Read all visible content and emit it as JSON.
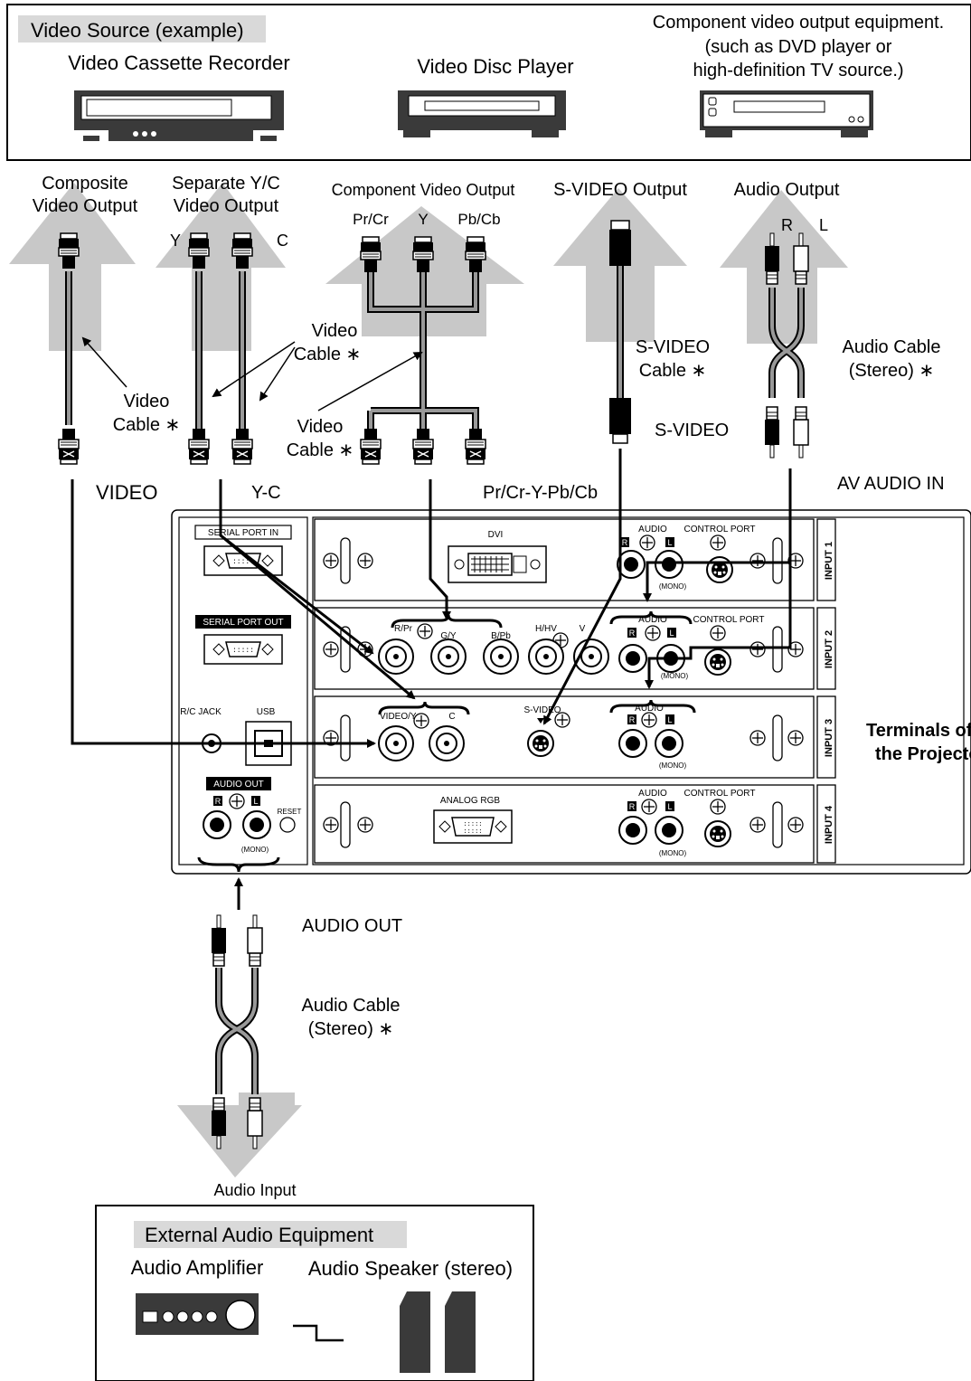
{
  "source_box": {
    "heading": "Video Source (example)",
    "vcr": "Video Cassette Recorder",
    "disc": "Video Disc Player",
    "component_equipment_line1": "Component video output equipment.",
    "component_equipment_line2": "(such as DVD player or",
    "component_equipment_line3": "high-definition TV source.)"
  },
  "outputs": {
    "composite_line1": "Composite",
    "composite_line2": "Video Output",
    "yc_line1": "Separate Y/C",
    "yc_line2": "Video Output",
    "y": "Y",
    "c": "C",
    "component": "Component Video Output",
    "pr": "Pr/Cr",
    "y_comp": "Y",
    "pb": "Pb/Cb",
    "svideo": "S-VIDEO Output",
    "audio": "Audio Output",
    "audio_r": "R",
    "audio_l": "L"
  },
  "cables": {
    "video_cable_a1": "Video",
    "video_cable_a2": "Cable ∗",
    "video_cable_b1": "Video",
    "video_cable_b2": "Cable ∗",
    "video_cable_c1": "Video",
    "video_cable_c2": "Cable ∗",
    "svideo_cable1": "S-VIDEO",
    "svideo_cable2": "Cable ∗",
    "audio_cable1": "Audio Cable",
    "audio_cable2": "(Stereo) ∗",
    "audio_cable_out1": "Audio Cable",
    "audio_cable_out2": "(Stereo) ∗"
  },
  "connectors": {
    "video": "VIDEO",
    "yc": "Y-C",
    "component": "Pr/Cr-Y-Pb/Cb",
    "svideo": "S-VIDEO",
    "av_audio_in": "AV AUDIO IN",
    "audio_out": "AUDIO OUT",
    "audio_input": "Audio Input"
  },
  "panel": {
    "serial_in": "SERIAL PORT IN",
    "serial_out": "SERIAL PORT OUT",
    "rc_jack": "R/C JACK",
    "usb": "USB",
    "audio_out": "AUDIO OUT",
    "reset": "RESET",
    "mono": "(MONO)",
    "r": "R",
    "l": "L",
    "dvi": "DVI",
    "audio": "AUDIO",
    "control_port": "CONTROL PORT",
    "rpr": "R/Pr",
    "gy": "G/Y",
    "bpb": "B/Pb",
    "hhv": "H/HV",
    "v": "V",
    "video_y": "VIDEO/Y",
    "c": "C",
    "svideo": "S-VIDEO",
    "analog_rgb": "ANALOG RGB",
    "input1": "INPUT 1",
    "input2": "INPUT 2",
    "input3": "INPUT 3",
    "input4": "INPUT 4"
  },
  "side_note": {
    "line1": "Terminals of",
    "line2": "the Projector"
  },
  "audio_box": {
    "heading": "External Audio Equipment",
    "amplifier": "Audio Amplifier",
    "speaker": "Audio Speaker (stereo)"
  }
}
